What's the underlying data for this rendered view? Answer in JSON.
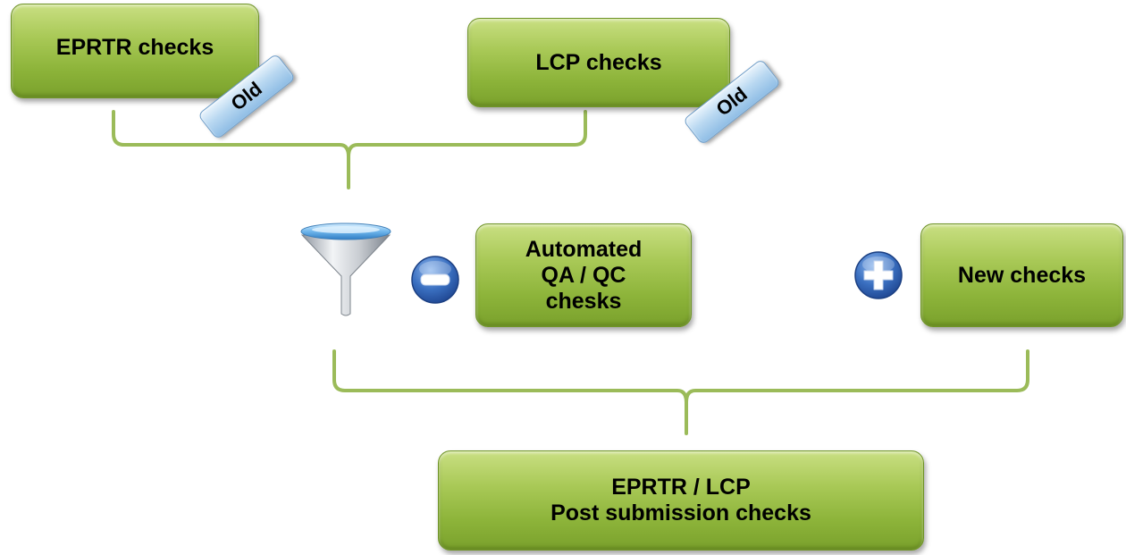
{
  "boxes": {
    "eprtr": {
      "label": "EPRTR checks"
    },
    "lcp": {
      "label": "LCP checks"
    },
    "automated": {
      "label": "Automated\nQA / QC\nchesks"
    },
    "new_checks": {
      "label": "New checks"
    },
    "result": {
      "label": "EPRTR / LCP\nPost submission checks"
    }
  },
  "tags": {
    "eprtr_old": "Old",
    "lcp_old": "Old"
  },
  "icons": {
    "filter": "funnel-icon",
    "minus": "minus-circle-icon",
    "plus": "plus-circle-icon"
  },
  "colors": {
    "box_green": "#a9c957",
    "bracket_green": "#9bbb59",
    "tag_blue": "#b9d8f1",
    "icon_blue": "#2f64b4"
  }
}
